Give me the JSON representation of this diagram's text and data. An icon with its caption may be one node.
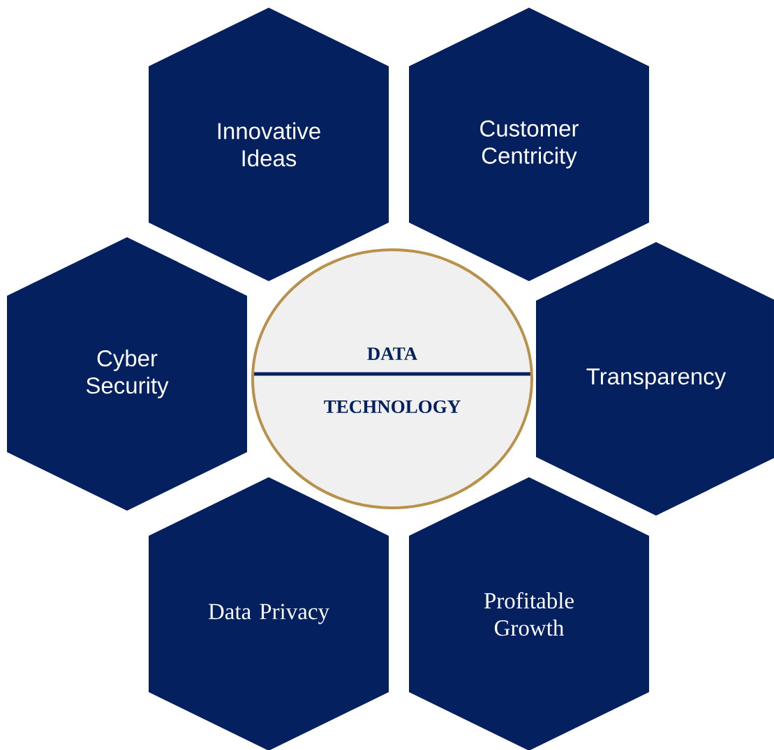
{
  "diagram": {
    "nodes": [
      {
        "text": [
          "Innovative Ideas"
        ]
      },
      {
        "text": [
          "Customer Centricity"
        ]
      },
      {
        "text": [
          "Cyber Security"
        ]
      },
      {
        "text": [
          "DATA",
          "TECHNOLOGY"
        ]
      },
      {
        "text": [
          "Transparency"
        ]
      },
      {
        "text": [
          "Data Privacy"
        ]
      },
      {
        "text": [
          "Profitable Growth"
        ]
      }
    ]
  }
}
